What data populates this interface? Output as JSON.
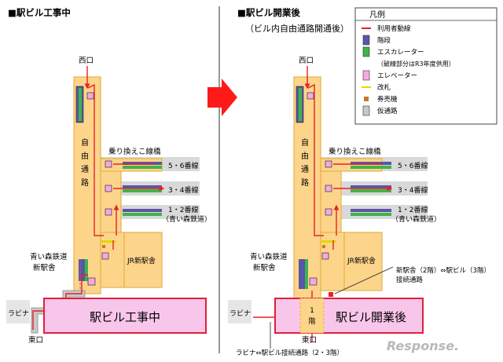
{
  "left": {
    "heading": "■駅ビル工事中",
    "west_exit": "西口",
    "east_exit": "東口",
    "free_passage": "自由通路",
    "transfer_bridge": "乗り換えこ線橋",
    "track_56": "5・6番線",
    "track_34": "3・4番線",
    "track_12": "1・2番線",
    "track_12_note": "（青い森鉄道）",
    "aoimori_station_line1": "青い森鉄道",
    "aoimori_station_line2": "新駅舎",
    "jr_new_station": "JR新駅舎",
    "rabina": "ラビナ",
    "station_building": "駅ビル工事中"
  },
  "right": {
    "heading": "■駅ビル開業後",
    "subheading": "（ビル内自由通路開通後）",
    "west_exit": "西口",
    "east_exit": "東口",
    "free_passage": "自由通路",
    "transfer_bridge": "乗り換えこ線橋",
    "track_56": "5・6番線",
    "track_34": "3・4番線",
    "track_12": "1・2番線",
    "track_12_note": "（青い森鉄道）",
    "aoimori_station_line1": "青い森鉄道",
    "aoimori_station_line2": "新駅舎",
    "jr_new_station": "JR新駅舎",
    "rabina": "ラビナ",
    "station_building": "駅ビル開業後",
    "first_floor_1": "1",
    "first_floor_2": "階",
    "callout_line1": "新駅舎（2階）⇔駅ビル（3階）",
    "callout_line2": "接続通路",
    "bottom_callout": "ラビナ⇔駅ビル接続通路（2・3階）"
  },
  "legend": {
    "title": "凡例",
    "items": [
      {
        "label": "利用者動線",
        "swatch": "line",
        "color": "#e8202a"
      },
      {
        "label": "階段",
        "swatch": "box",
        "color": "#5a55a8"
      },
      {
        "label": "エスカレーター",
        "swatch": "box",
        "color": "#3cb54a"
      },
      {
        "label": "（破線部分はR3年度供用）",
        "swatch": "none",
        "color": ""
      },
      {
        "label": "エレベーター",
        "swatch": "box",
        "color": "#f5a9e0"
      },
      {
        "label": "改札",
        "swatch": "line",
        "color": "#e3d800"
      },
      {
        "label": "券売機",
        "swatch": "small",
        "color": "#c8782a"
      },
      {
        "label": "仮通路",
        "swatch": "box",
        "color": "#c8c8c8"
      }
    ]
  },
  "colors": {
    "route": "#e8202a",
    "passage_fill": "#fcd58b",
    "passage_stroke": "#e7b34a",
    "stairs": "#5a55a8",
    "escalator": "#3cb54a",
    "elevator": "#f5a9e0",
    "platform": "#d9d9d9",
    "station_building_fill": "#f9c6eb",
    "station_building_stroke": "#e0203a",
    "divider": "#555555",
    "arrow": "#ff1a1a"
  },
  "watermark": "Response."
}
